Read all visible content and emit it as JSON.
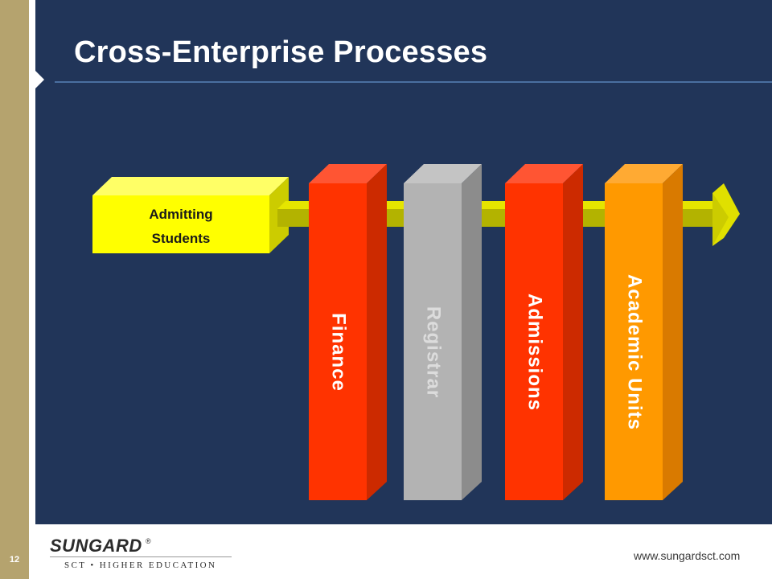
{
  "slide": {
    "title": "Cross-Enterprise Processes",
    "page_number": "12"
  },
  "diagram": {
    "process_label_line1": "Admitting",
    "process_label_line2": "Students",
    "units": [
      {
        "label": "Finance",
        "front": "#ff3300",
        "top": "#ff5533",
        "side": "#cc2a00",
        "text": "#ffffff"
      },
      {
        "label": "Registrar",
        "front": "#b3b3b3",
        "top": "#c4c4c4",
        "side": "#8c8c8c",
        "text": "#dcdcdc"
      },
      {
        "label": "Admissions",
        "front": "#ff3300",
        "top": "#ff5533",
        "side": "#cc2a00",
        "text": "#ffffff"
      },
      {
        "label": "Academic Units",
        "front": "#ff9900",
        "top": "#ffaa33",
        "side": "#d97a00",
        "text": "#ffffff"
      }
    ],
    "colors": {
      "background": "#213559",
      "process_box": "#ffff00",
      "arrow": "#cccc00"
    }
  },
  "footer": {
    "logo_text": "SUNGARD",
    "logo_registered": "®",
    "logo_subtitle": "SCT • HIGHER EDUCATION",
    "url": "www.sungardsct.com"
  }
}
